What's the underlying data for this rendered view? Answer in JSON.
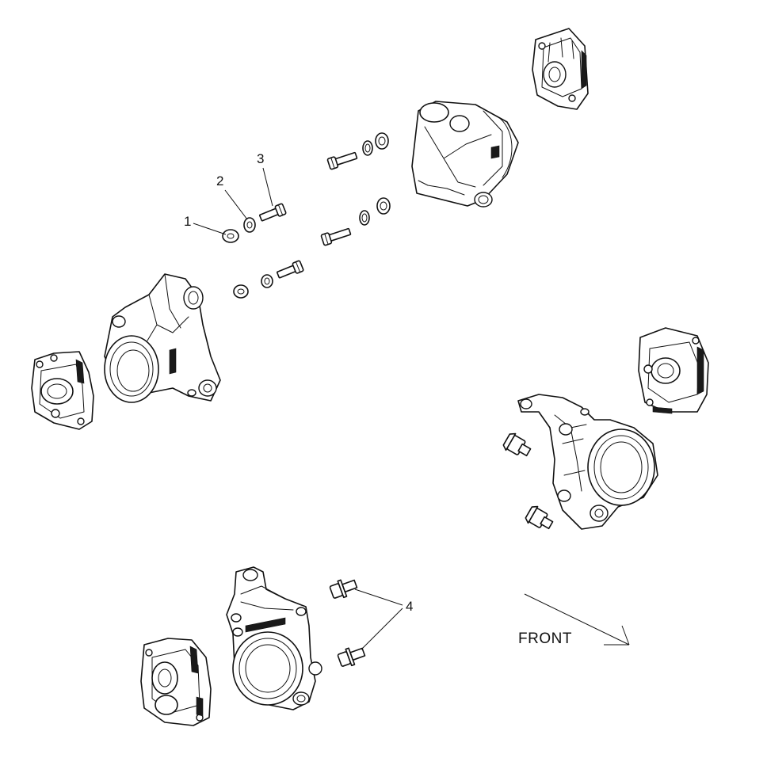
{
  "callouts": {
    "washer_large": "1",
    "washer_small": "2",
    "bolt": "3",
    "flange_bolt": "4"
  },
  "direction_label": "FRONT"
}
